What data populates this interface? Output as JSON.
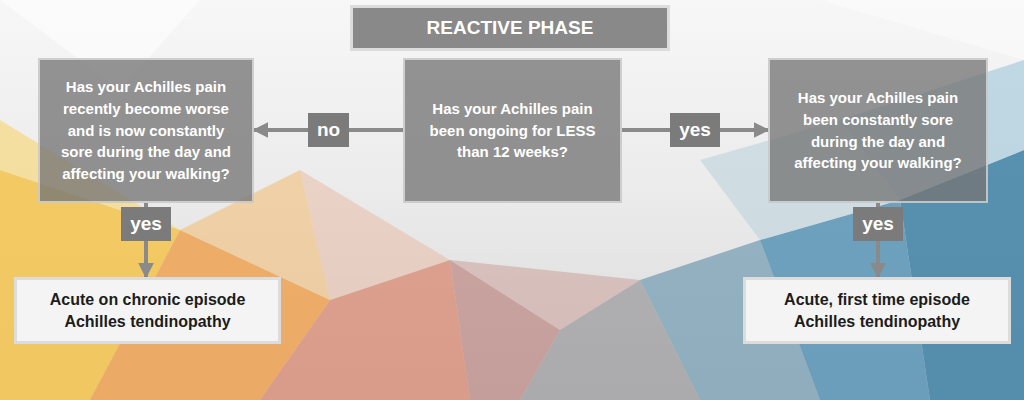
{
  "diagram": {
    "title": "REACTIVE PHASE",
    "nodes": [
      {
        "text": [
          "Has your Achilles pain recently become worse and is now constantly sore during the day and affecting your walking?"
        ]
      },
      {
        "text": [
          "Has your Achilles pain been ongoing for LESS than 12 weeks?"
        ]
      },
      {
        "text": [
          "Has your Achilles pain been constantly sore during the day and affecting your walking?"
        ]
      },
      {
        "text": [
          "Acute on chronic episode Achilles tendinopathy"
        ]
      },
      {
        "text": [
          "Acute, first time episode Achilles tendinopathy"
        ]
      }
    ],
    "edges": [
      {
        "from": 1,
        "to": 0,
        "label": "no",
        "arrow": "to"
      },
      {
        "from": 1,
        "to": 2,
        "label": "yes",
        "arrow": "to"
      },
      {
        "from": 0,
        "to": 3,
        "label": "yes",
        "arrow": "to"
      },
      {
        "from": 2,
        "to": 4,
        "label": "yes",
        "arrow": "to"
      }
    ]
  }
}
